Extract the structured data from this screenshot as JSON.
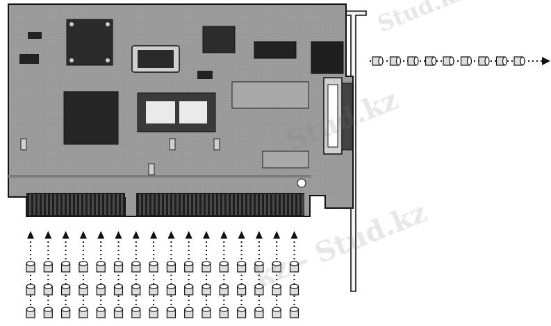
{
  "figure": {
    "subject": "expansion-card",
    "colors": {
      "board": "#9a9a9a",
      "board_edge": "#1a1a1a",
      "chip": "#2a2a2a",
      "contacts": "#1e1e1e",
      "arrow": "#111111",
      "cylinder": "#dddddd",
      "watermark": "#bdbdbd"
    },
    "serial_output": {
      "cylinder_count": 9,
      "direction": "right"
    },
    "parallel_input": {
      "columns": 16,
      "rows_per_column": 3,
      "direction": "up"
    }
  },
  "watermark": {
    "text": "Stud.kz",
    "text_long": "kz - Stud.kz",
    "text_top": "Stud.kz"
  }
}
